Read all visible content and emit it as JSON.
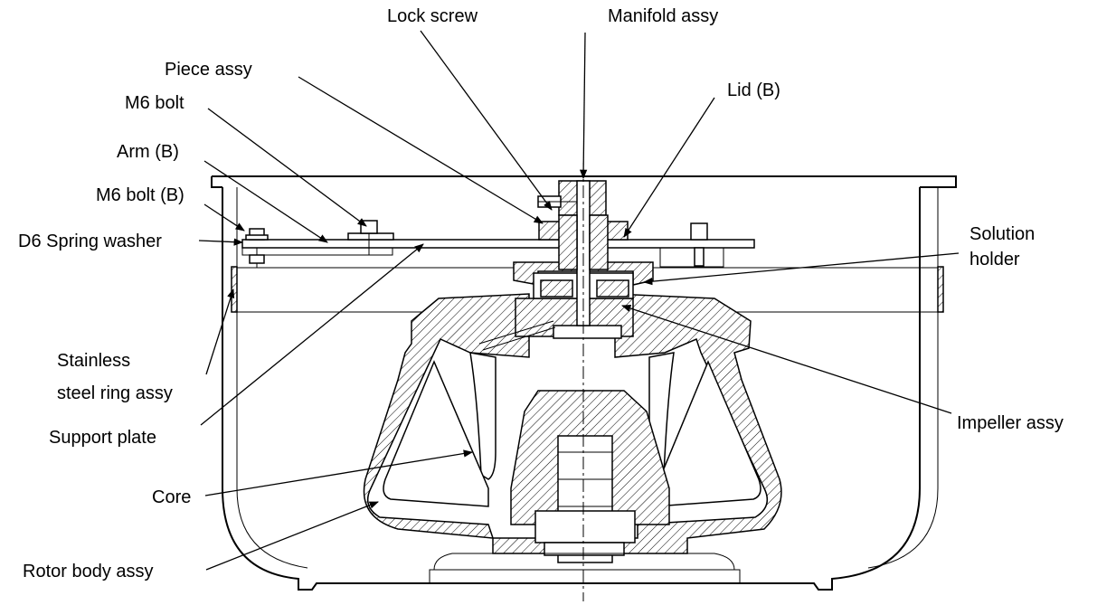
{
  "labels": {
    "lock_screw": "Lock screw",
    "manifold_assy": "Manifold assy",
    "piece_assy": "Piece assy",
    "lid_b": "Lid (B)",
    "m6_bolt": "M6 bolt",
    "arm_b": "Arm (B)",
    "m6_bolt_b": "M6 bolt (B)",
    "d6_spring_washer": "D6 Spring washer",
    "solution_holder_1": "Solution",
    "solution_holder_2": "holder",
    "stainless_ring_1": "Stainless",
    "stainless_ring_2": "steel ring assy",
    "support_plate": "Support plate",
    "impeller_assy": "Impeller assy",
    "core": "Core",
    "rotor_body_assy": "Rotor body assy"
  }
}
